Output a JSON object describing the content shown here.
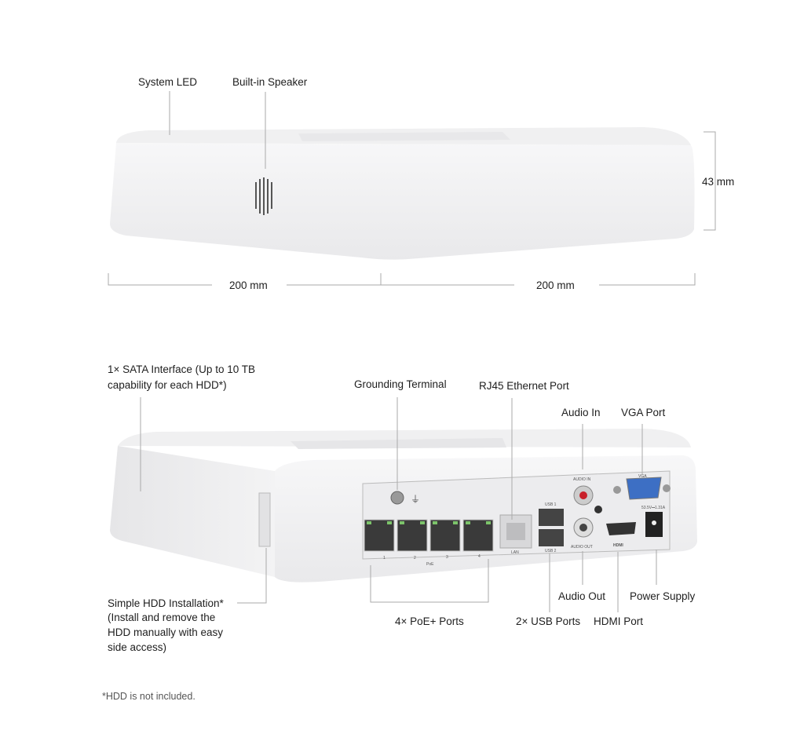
{
  "top_view": {
    "labels": {
      "system_led": "System LED",
      "built_in_speaker": "Built-in Speaker",
      "height": "43 mm",
      "width_left": "200 mm",
      "width_right": "200 mm"
    }
  },
  "rear_view": {
    "labels": {
      "sata_line1": "1× SATA Interface (Up to 10 TB",
      "sata_line2": "capability for each HDD*)",
      "grounding_terminal": "Grounding Terminal",
      "rj45": "RJ45 Ethernet Port",
      "audio_in": "Audio In",
      "vga": "VGA Port",
      "hdd_line1": "Simple HDD Installation*",
      "hdd_line2": "(Install and remove the",
      "hdd_line3": "HDD manually with easy",
      "hdd_line4": "side access)",
      "poe_ports": "4× PoE+ Ports",
      "audio_out": "Audio Out",
      "power_supply": "Power Supply",
      "usb_ports": "2× USB Ports",
      "hdmi_port": "HDMI Port"
    },
    "port_markings": {
      "audio_in": "AUDIO IN",
      "audio_out": "AUDIO OUT",
      "vga": "VGA",
      "usb1": "USB 1",
      "usb2": "USB 2",
      "lan": "LAN",
      "hdmi": "HDMI",
      "power": "53.5V⎓1.31A",
      "poe": "PoE",
      "poe_numbers": [
        "1",
        "2",
        "3",
        "4"
      ]
    }
  },
  "footnote": "*HDD is not included.",
  "colors": {
    "device": "#f4f4f5",
    "port_led": "#7cc36a",
    "vga": "#3d6fc4",
    "audio_red": "#c8202a"
  }
}
